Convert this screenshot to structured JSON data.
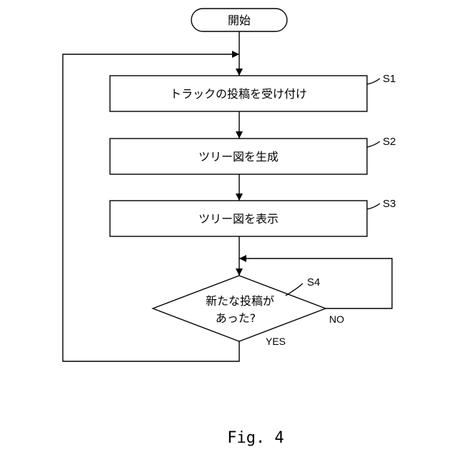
{
  "start": "開始",
  "steps": [
    {
      "text": "トラックの投稿を受け付け",
      "id": "S1"
    },
    {
      "text": "ツリー図を生成",
      "id": "S2"
    },
    {
      "text": "ツリー図を表示",
      "id": "S3"
    }
  ],
  "decision": {
    "id": "S4",
    "line1": "新たな投稿が",
    "line2": "あった?",
    "yes": "YES",
    "no": "NO"
  },
  "caption": "Fig. 4"
}
